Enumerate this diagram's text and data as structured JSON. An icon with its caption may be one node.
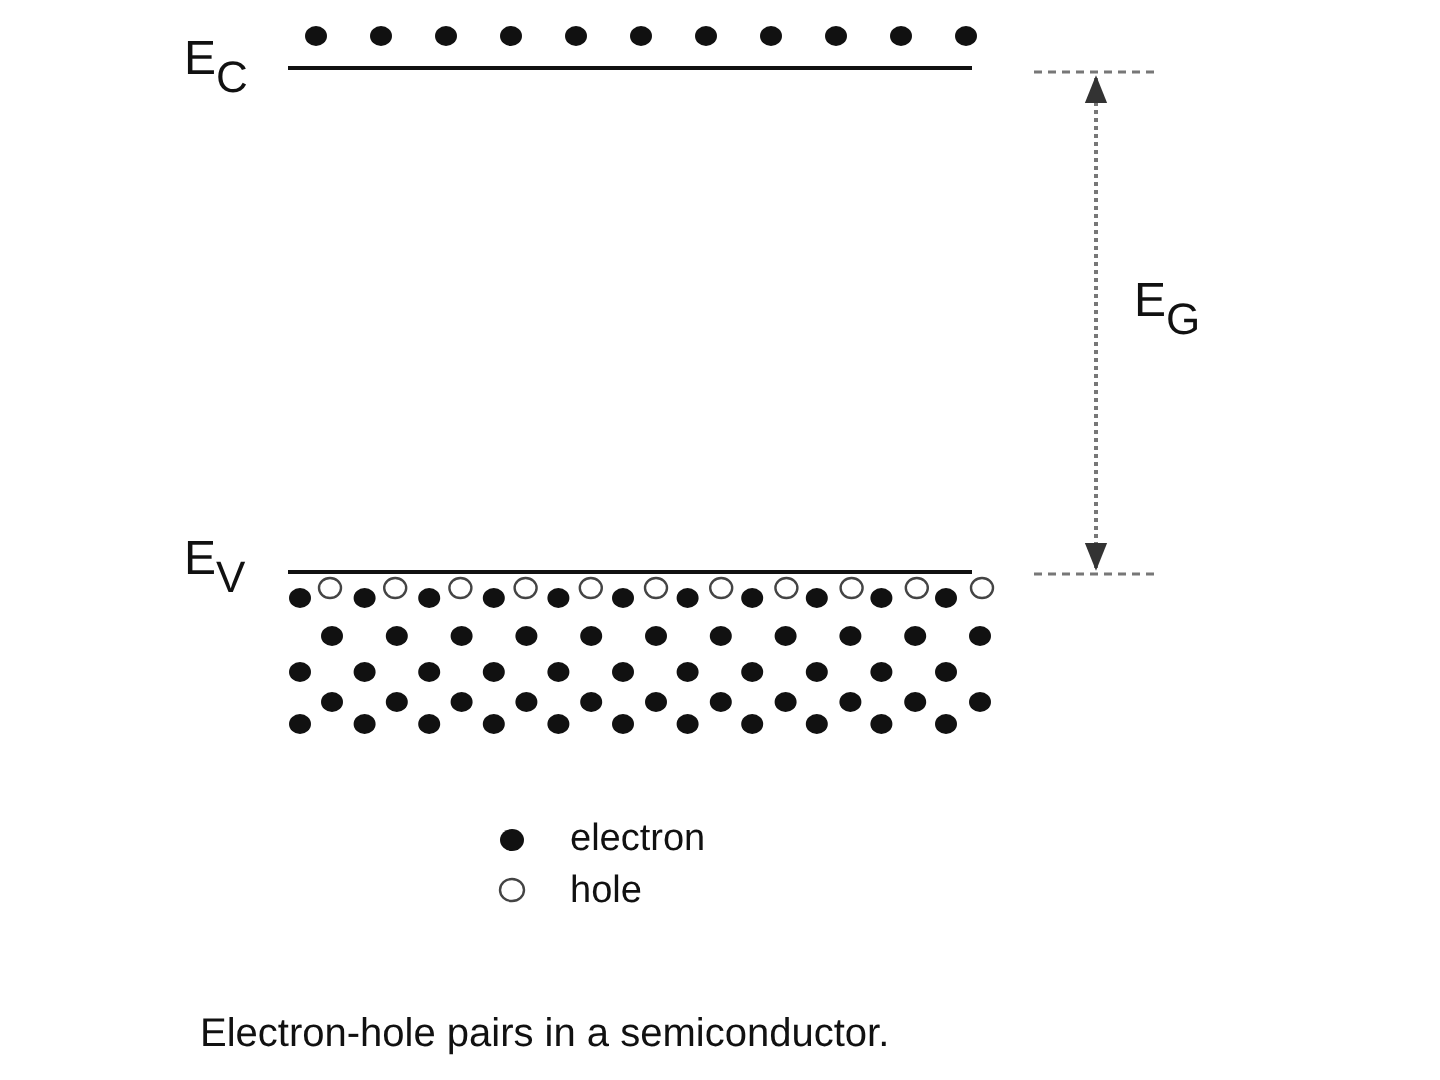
{
  "diagram": {
    "caption": "Electron-hole pairs in a semiconductor.",
    "labels": [
      "E$_{C}$",
      "E$_{G}$",
      "E$_{V}$"
    ],
    "legend": [
      {
        "text": "electron"
      },
      {
        "text": "hole"
      }
    ]
  }
}
